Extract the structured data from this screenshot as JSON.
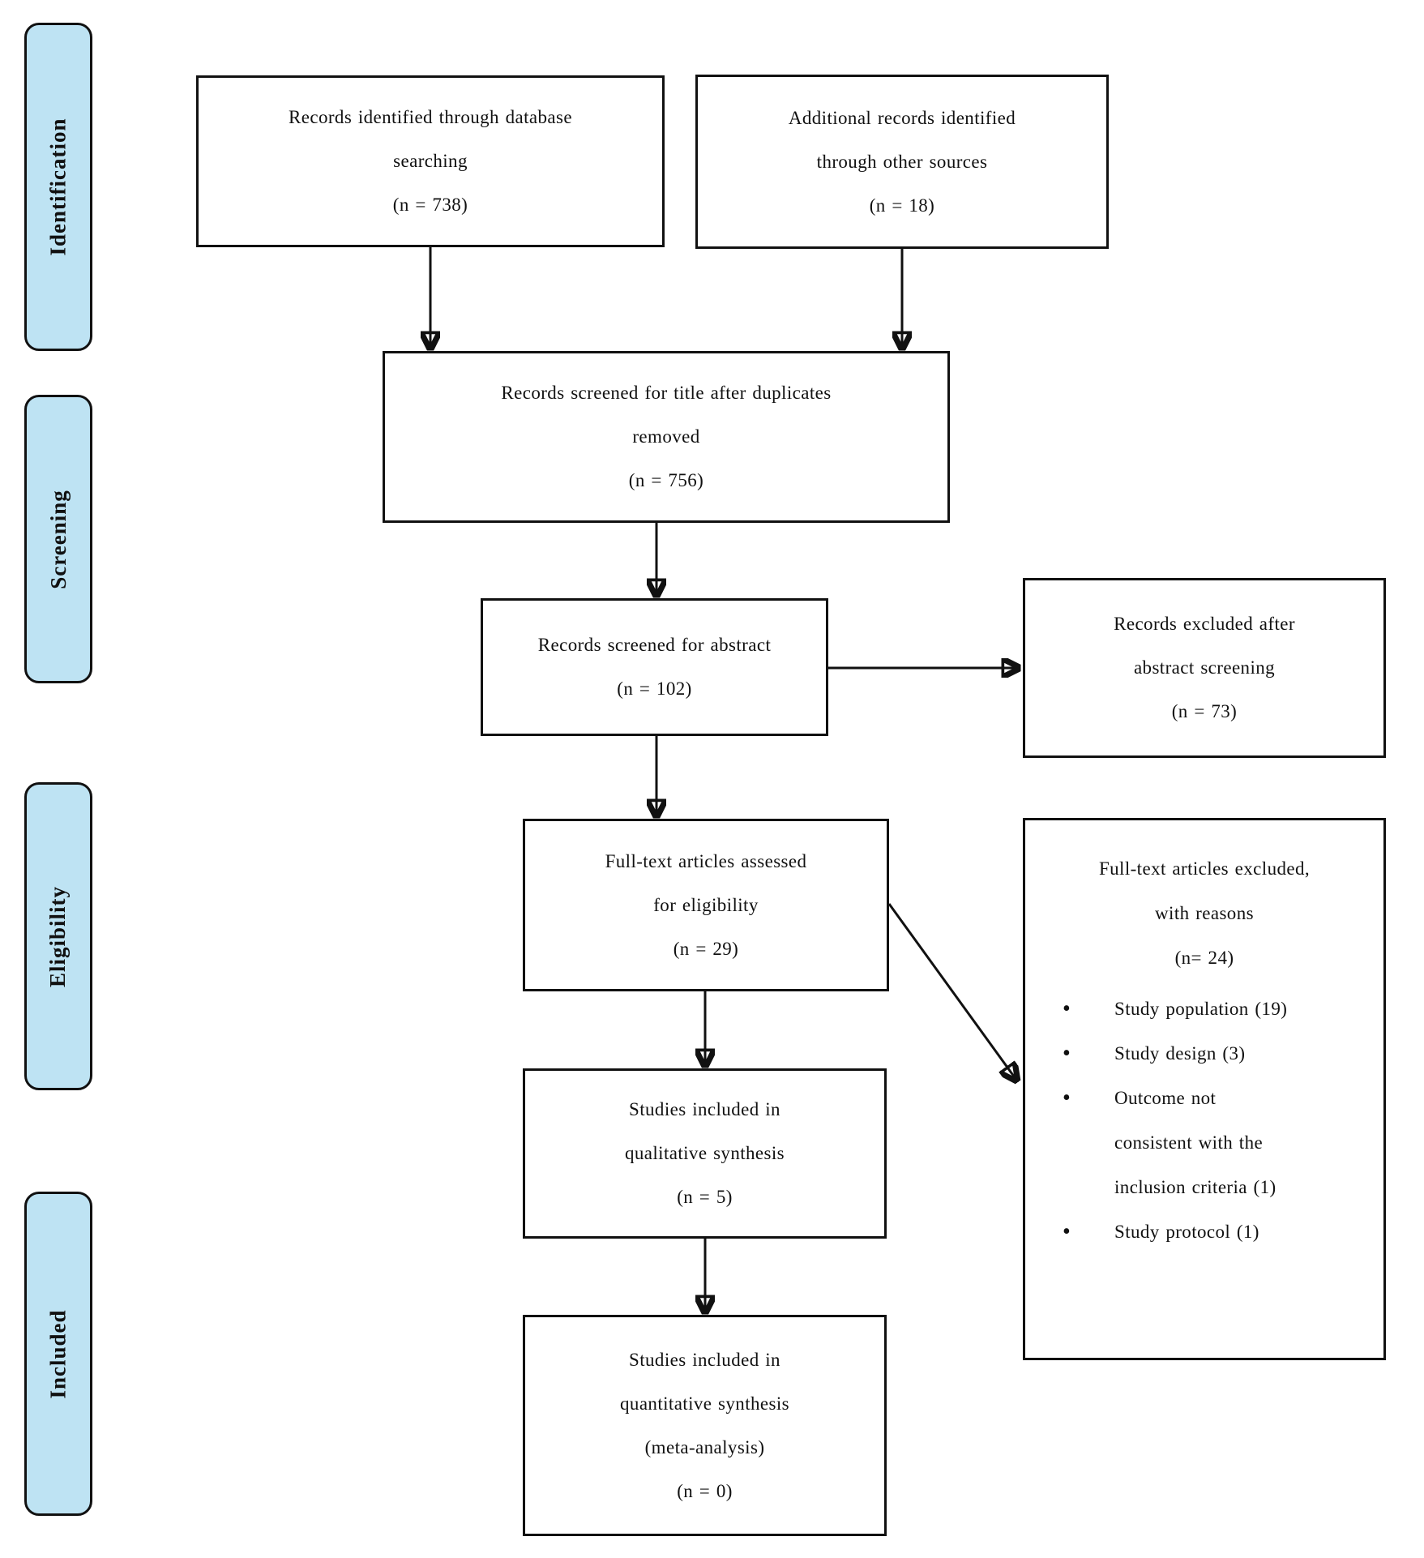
{
  "stages": [
    {
      "label": "Identification"
    },
    {
      "label": "Screening"
    },
    {
      "label": "Eligibility"
    },
    {
      "label": "Included"
    }
  ],
  "boxes": {
    "identified_db": {
      "lines": [
        "Records identified through database",
        "searching",
        "(n = 738)"
      ]
    },
    "additional_sources": {
      "lines": [
        "Additional records identified",
        "through other sources",
        "(n = 18)"
      ]
    },
    "screened_title": {
      "lines": [
        "Records screened for title after duplicates",
        "removed",
        "(n = 756)"
      ]
    },
    "screened_abstract": {
      "lines": [
        "Records screened for abstract",
        "(n = 102)"
      ]
    },
    "excluded_abstract": {
      "lines": [
        "Records excluded after",
        "abstract screening",
        "(n = 73)"
      ]
    },
    "fulltext_assessed": {
      "lines": [
        "Full-text articles assessed",
        "for eligibility",
        "(n = 29)"
      ]
    },
    "fulltext_excluded": {
      "header_lines": [
        "Full-text articles excluded,",
        "with reasons",
        "(n= 24)"
      ],
      "reasons": [
        "Study population (19)",
        "Study design (3)",
        "Outcome not consistent with the inclusion criteria (1)",
        "Study protocol (1)"
      ]
    },
    "qualitative_synthesis": {
      "lines": [
        "Studies included in",
        "qualitative synthesis",
        "(n = 5)"
      ]
    },
    "quantitative_synthesis": {
      "lines": [
        "Studies included in",
        "quantitative synthesis",
        "(meta-analysis)",
        "(n = 0)"
      ]
    }
  },
  "colors": {
    "stage_fill": "#bee3f3",
    "line_color": "#111111"
  }
}
